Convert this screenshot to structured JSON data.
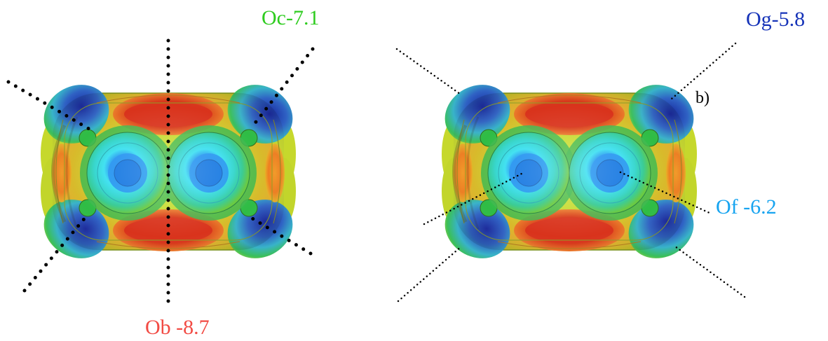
{
  "labels": {
    "oc": "Oc-7.1",
    "ob": "Ob -8.7",
    "og": "Og-5.8",
    "of": "Of -6.2",
    "panel_b": "b)"
  },
  "colors": {
    "oc": "#2ecc1f",
    "ob": "#f24b44",
    "og": "#1633b8",
    "of": "#17a4f0",
    "panel_b": "#000000"
  }
}
